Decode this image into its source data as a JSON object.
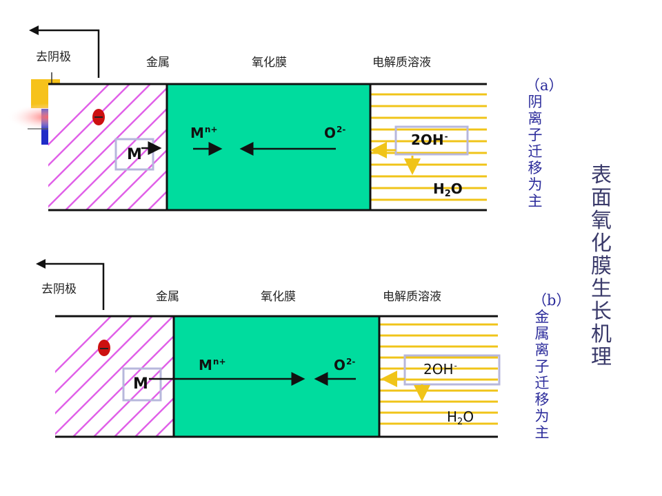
{
  "colors": {
    "oxide": "#00dc9e",
    "metal_hatch": "#e060e8",
    "electrolyte_lines": "#f0c419",
    "box_outline": "#b7b7dc",
    "electron": "#cc1010",
    "vertical_text": "#2a2a9a"
  },
  "panel_a": {
    "cathode_label": "去阴极",
    "metal_label": "金属",
    "oxide_label": "氧化膜",
    "electrolyte_label": "电解质溶液",
    "metal_ion": "M",
    "metal_ion_charge": "n+",
    "oxygen_ion": "O",
    "oxygen_charge": "2-",
    "m_box": "M",
    "hydroxide": "2OH",
    "hydroxide_charge": "-",
    "water_h": "H",
    "water_sub": "2",
    "water_o": "O",
    "side_text": "（a）阴离子迁移为主"
  },
  "panel_b": {
    "cathode_label": "去阴极",
    "metal_label": "金属",
    "oxide_label": "氧化膜",
    "electrolyte_label": "电解质溶液",
    "metal_ion": "M",
    "metal_ion_charge": "n+",
    "oxygen_ion": "O",
    "oxygen_charge": "2-",
    "m_box": "M",
    "hydroxide": "2OH",
    "hydroxide_charge": "-",
    "water_h": "H",
    "water_sub": "2",
    "water_o": "O",
    "side_text": "（b）金属离子迁移为主"
  },
  "main_title": "表面氧化膜生长机理"
}
